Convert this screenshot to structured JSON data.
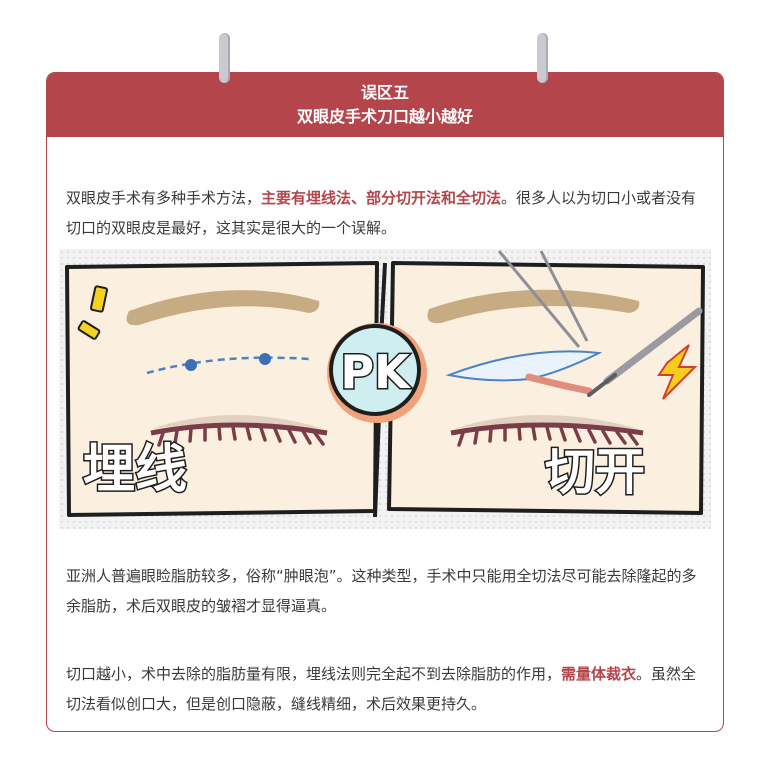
{
  "header": {
    "title": "误区五",
    "subtitle": "双眼皮手术刀口越小越好"
  },
  "para1": {
    "text_a": "双眼皮手术有多种手术方法，",
    "highlight": "主要有埋线法、部分切开法和全切法",
    "text_b": "。很多人以为切口小或者没有切口的双眼皮是最好，这其实是很大的一个误解。"
  },
  "illustration": {
    "left_label": "埋线",
    "center_badge": "PK",
    "right_label": "切开"
  },
  "para2": {
    "text": "亚洲人普遍眼睑脂肪较多，俗称“肿眼泡”。这种类型，手术中只能用全切法尽可能去除隆起的多余脂肪，术后双眼皮的皱褶才显得逼真。"
  },
  "para3": {
    "text_a": "切口越小，术中去除的脂肪量有限，埋线法则完全起不到去除脂肪的作用，",
    "highlight": "需量体裁衣",
    "text_b": "。虽然全切法看似创口大，但是创口隐蔽，缝线精细，术后效果更持久。"
  },
  "colors": {
    "accent": "#b3454b",
    "eye_bg": "#fbefdf",
    "brow": "#c7ab82",
    "lash": "#7a3c48",
    "badge": "#cfeef0",
    "suture": "#4f82c4"
  }
}
